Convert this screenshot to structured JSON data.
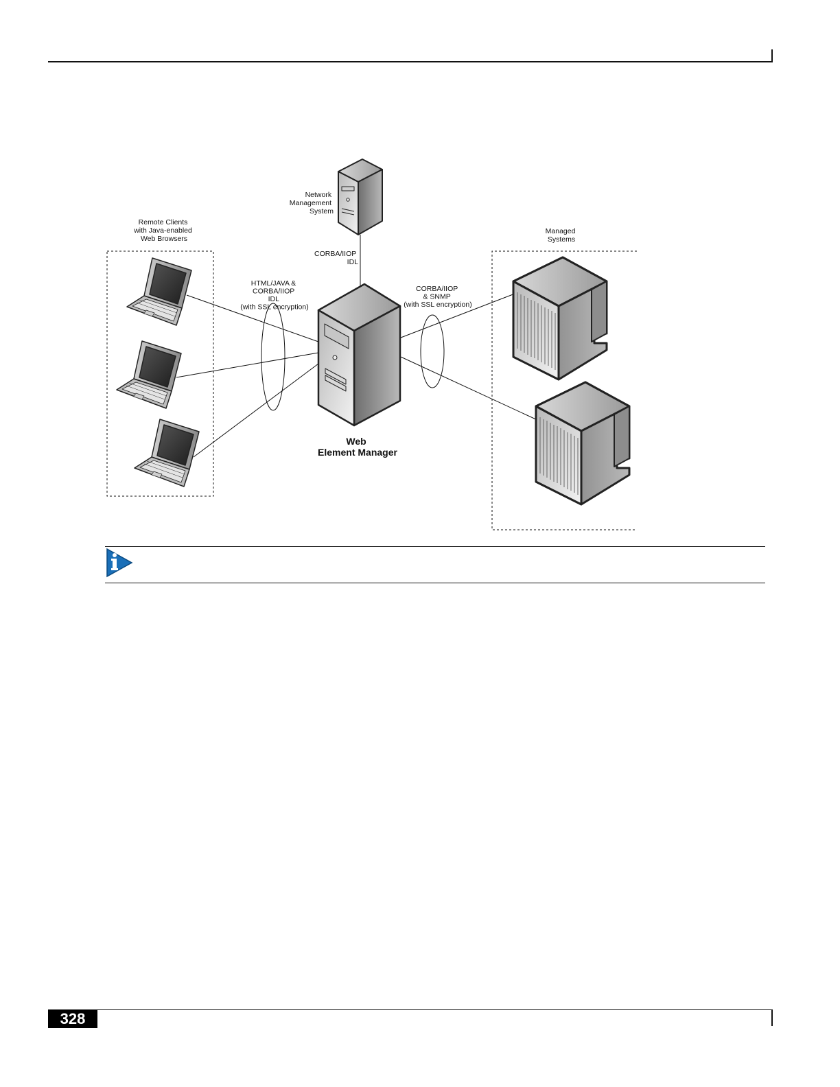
{
  "diagram": {
    "nms_label": [
      "Network",
      "Management",
      "System"
    ],
    "nms_link_label": [
      "CORBA/IIOP",
      "IDL"
    ],
    "clients_label": [
      "Remote Clients",
      "with Java-enabled",
      "Web Browsers"
    ],
    "client_link_label": [
      "HTML/JAVA &",
      "CORBA/IIOP",
      "IDL",
      "(with SSL encryption)"
    ],
    "managed_link_label": [
      "CORBA/IIOP",
      "& SNMP",
      "(with SSL encryption)"
    ],
    "managed_label": [
      "Managed",
      "Systems"
    ],
    "wem_label": [
      "Web",
      "Element Manager"
    ]
  },
  "icons": {
    "info": "info-icon"
  },
  "footer": {
    "page_number": "328"
  }
}
